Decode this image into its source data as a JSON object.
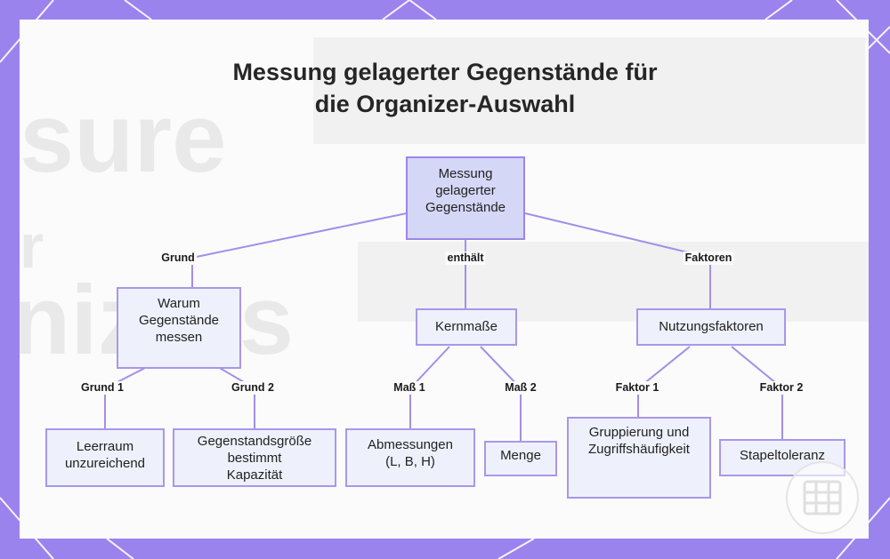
{
  "title": {
    "line1": "Messung gelagerter Gegenstände für",
    "line2": "die Organizer-Auswahl"
  },
  "background": {
    "frame_color": "#9b83ee",
    "panel_color": "#fbfbfb",
    "ghost_text": [
      "sure",
      "r",
      "nizers"
    ]
  },
  "colors": {
    "edge": "#a48ee8",
    "node_fill": "#eef1fb",
    "root_fill": "#d4d7f6",
    "node_border": "#a997ea"
  },
  "nodes": {
    "root": {
      "lines": [
        "Messung",
        "gelagerter",
        "Gegenstände"
      ]
    },
    "warum": {
      "lines": [
        "Warum",
        "Gegenstände",
        "messen"
      ]
    },
    "kern": {
      "lines": [
        "Kernmaße"
      ]
    },
    "nutz": {
      "lines": [
        "Nutzungsfaktoren"
      ]
    },
    "leer": {
      "lines": [
        "Leerraum",
        "unzureichend"
      ]
    },
    "groesse": {
      "lines": [
        "Gegenstandsgröße",
        "bestimmt",
        "Kapazität"
      ]
    },
    "abm": {
      "lines": [
        "Abmessungen",
        "(L, B, H)"
      ]
    },
    "menge": {
      "lines": [
        "Menge"
      ]
    },
    "grupp": {
      "lines": [
        "Gruppierung und",
        "Zugriffshäufigkeit"
      ]
    },
    "stapel": {
      "lines": [
        "Stapeltoleranz"
      ]
    }
  },
  "edge_labels": {
    "grund": "Grund",
    "enthaelt": "enthält",
    "faktoren": "Faktoren",
    "grund1": "Grund 1",
    "grund2": "Grund 2",
    "mass1": "Maß 1",
    "mass2": "Maß 2",
    "faktor1": "Faktor 1",
    "faktor2": "Faktor 2"
  },
  "logo_icon": "grid-logo-icon"
}
